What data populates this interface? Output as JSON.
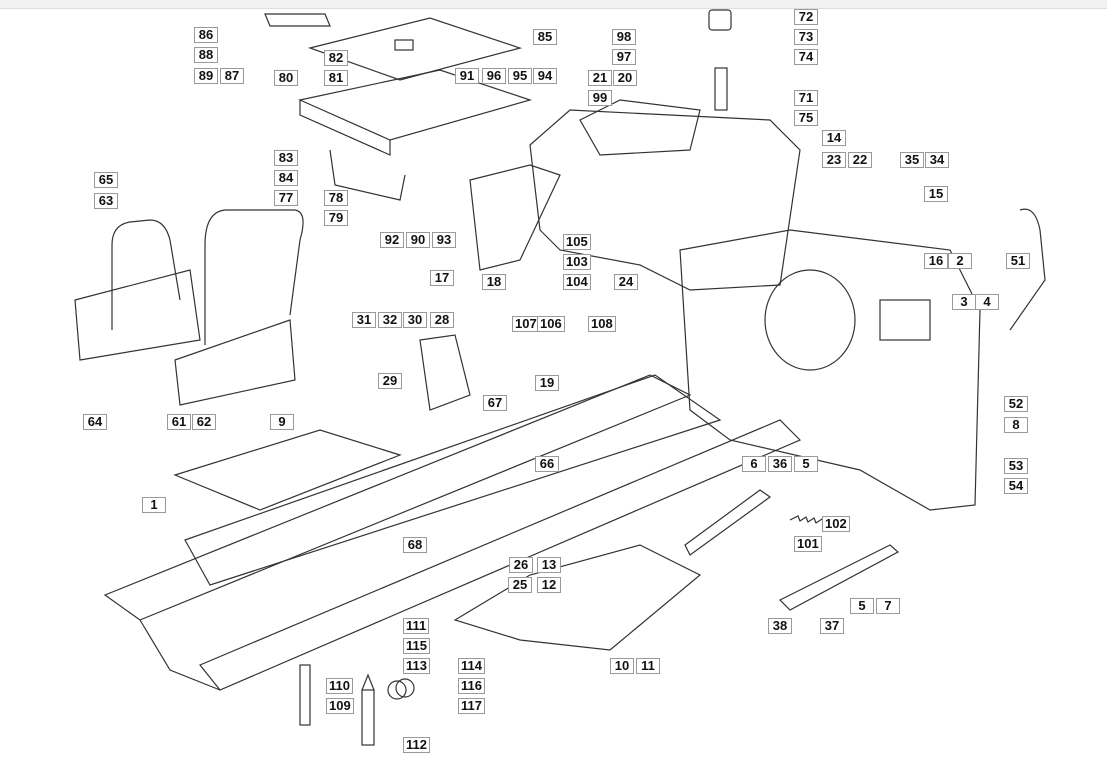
{
  "callouts": [
    "86",
    "88",
    "89",
    "87",
    "85",
    "82",
    "80",
    "81",
    "91",
    "96",
    "95",
    "94",
    "83",
    "84",
    "77",
    "78",
    "79",
    "92",
    "90",
    "93",
    "65",
    "63",
    "98",
    "97",
    "72",
    "73",
    "74",
    "71",
    "75",
    "21",
    "20",
    "99",
    "14",
    "23",
    "22",
    "35",
    "34",
    "15",
    "16",
    "2",
    "3",
    "4",
    "51",
    "52",
    "8",
    "53",
    "54",
    "17",
    "18",
    "24",
    "105",
    "103",
    "104",
    "107",
    "106",
    "108",
    "31",
    "32",
    "30",
    "28",
    "29",
    "19",
    "67",
    "66",
    "64",
    "61",
    "62",
    "9",
    "6",
    "36",
    "5",
    "102",
    "101",
    "1",
    "68",
    "26",
    "13",
    "12",
    "25",
    "7",
    "5",
    "38",
    "37",
    "111",
    "115",
    "110",
    "109",
    "113",
    "114",
    "116",
    "117",
    "112",
    "10",
    "11"
  ],
  "line_color": "#333333"
}
